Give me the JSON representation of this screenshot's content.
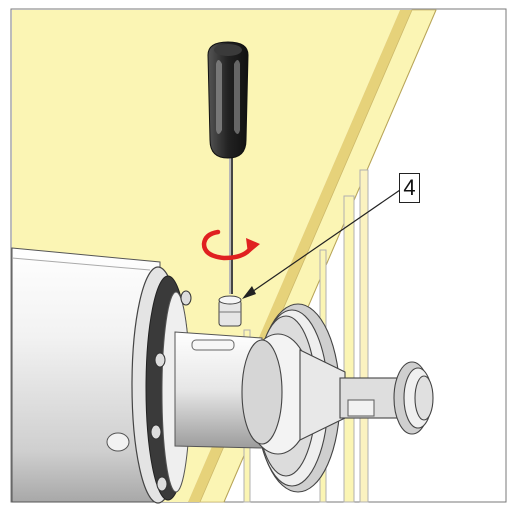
{
  "callout": {
    "label": "4"
  },
  "colors": {
    "wall": "#fbf5b4",
    "wall_edge": "#e6d27a",
    "rotation_arrow": "#e02020",
    "handle": "#2a2a2a",
    "metal": "#e8e8e8"
  },
  "icons": [
    "screwdriver",
    "rotate-counterclockwise-arrow",
    "grub-screw",
    "pump-shaft-assembly"
  ]
}
